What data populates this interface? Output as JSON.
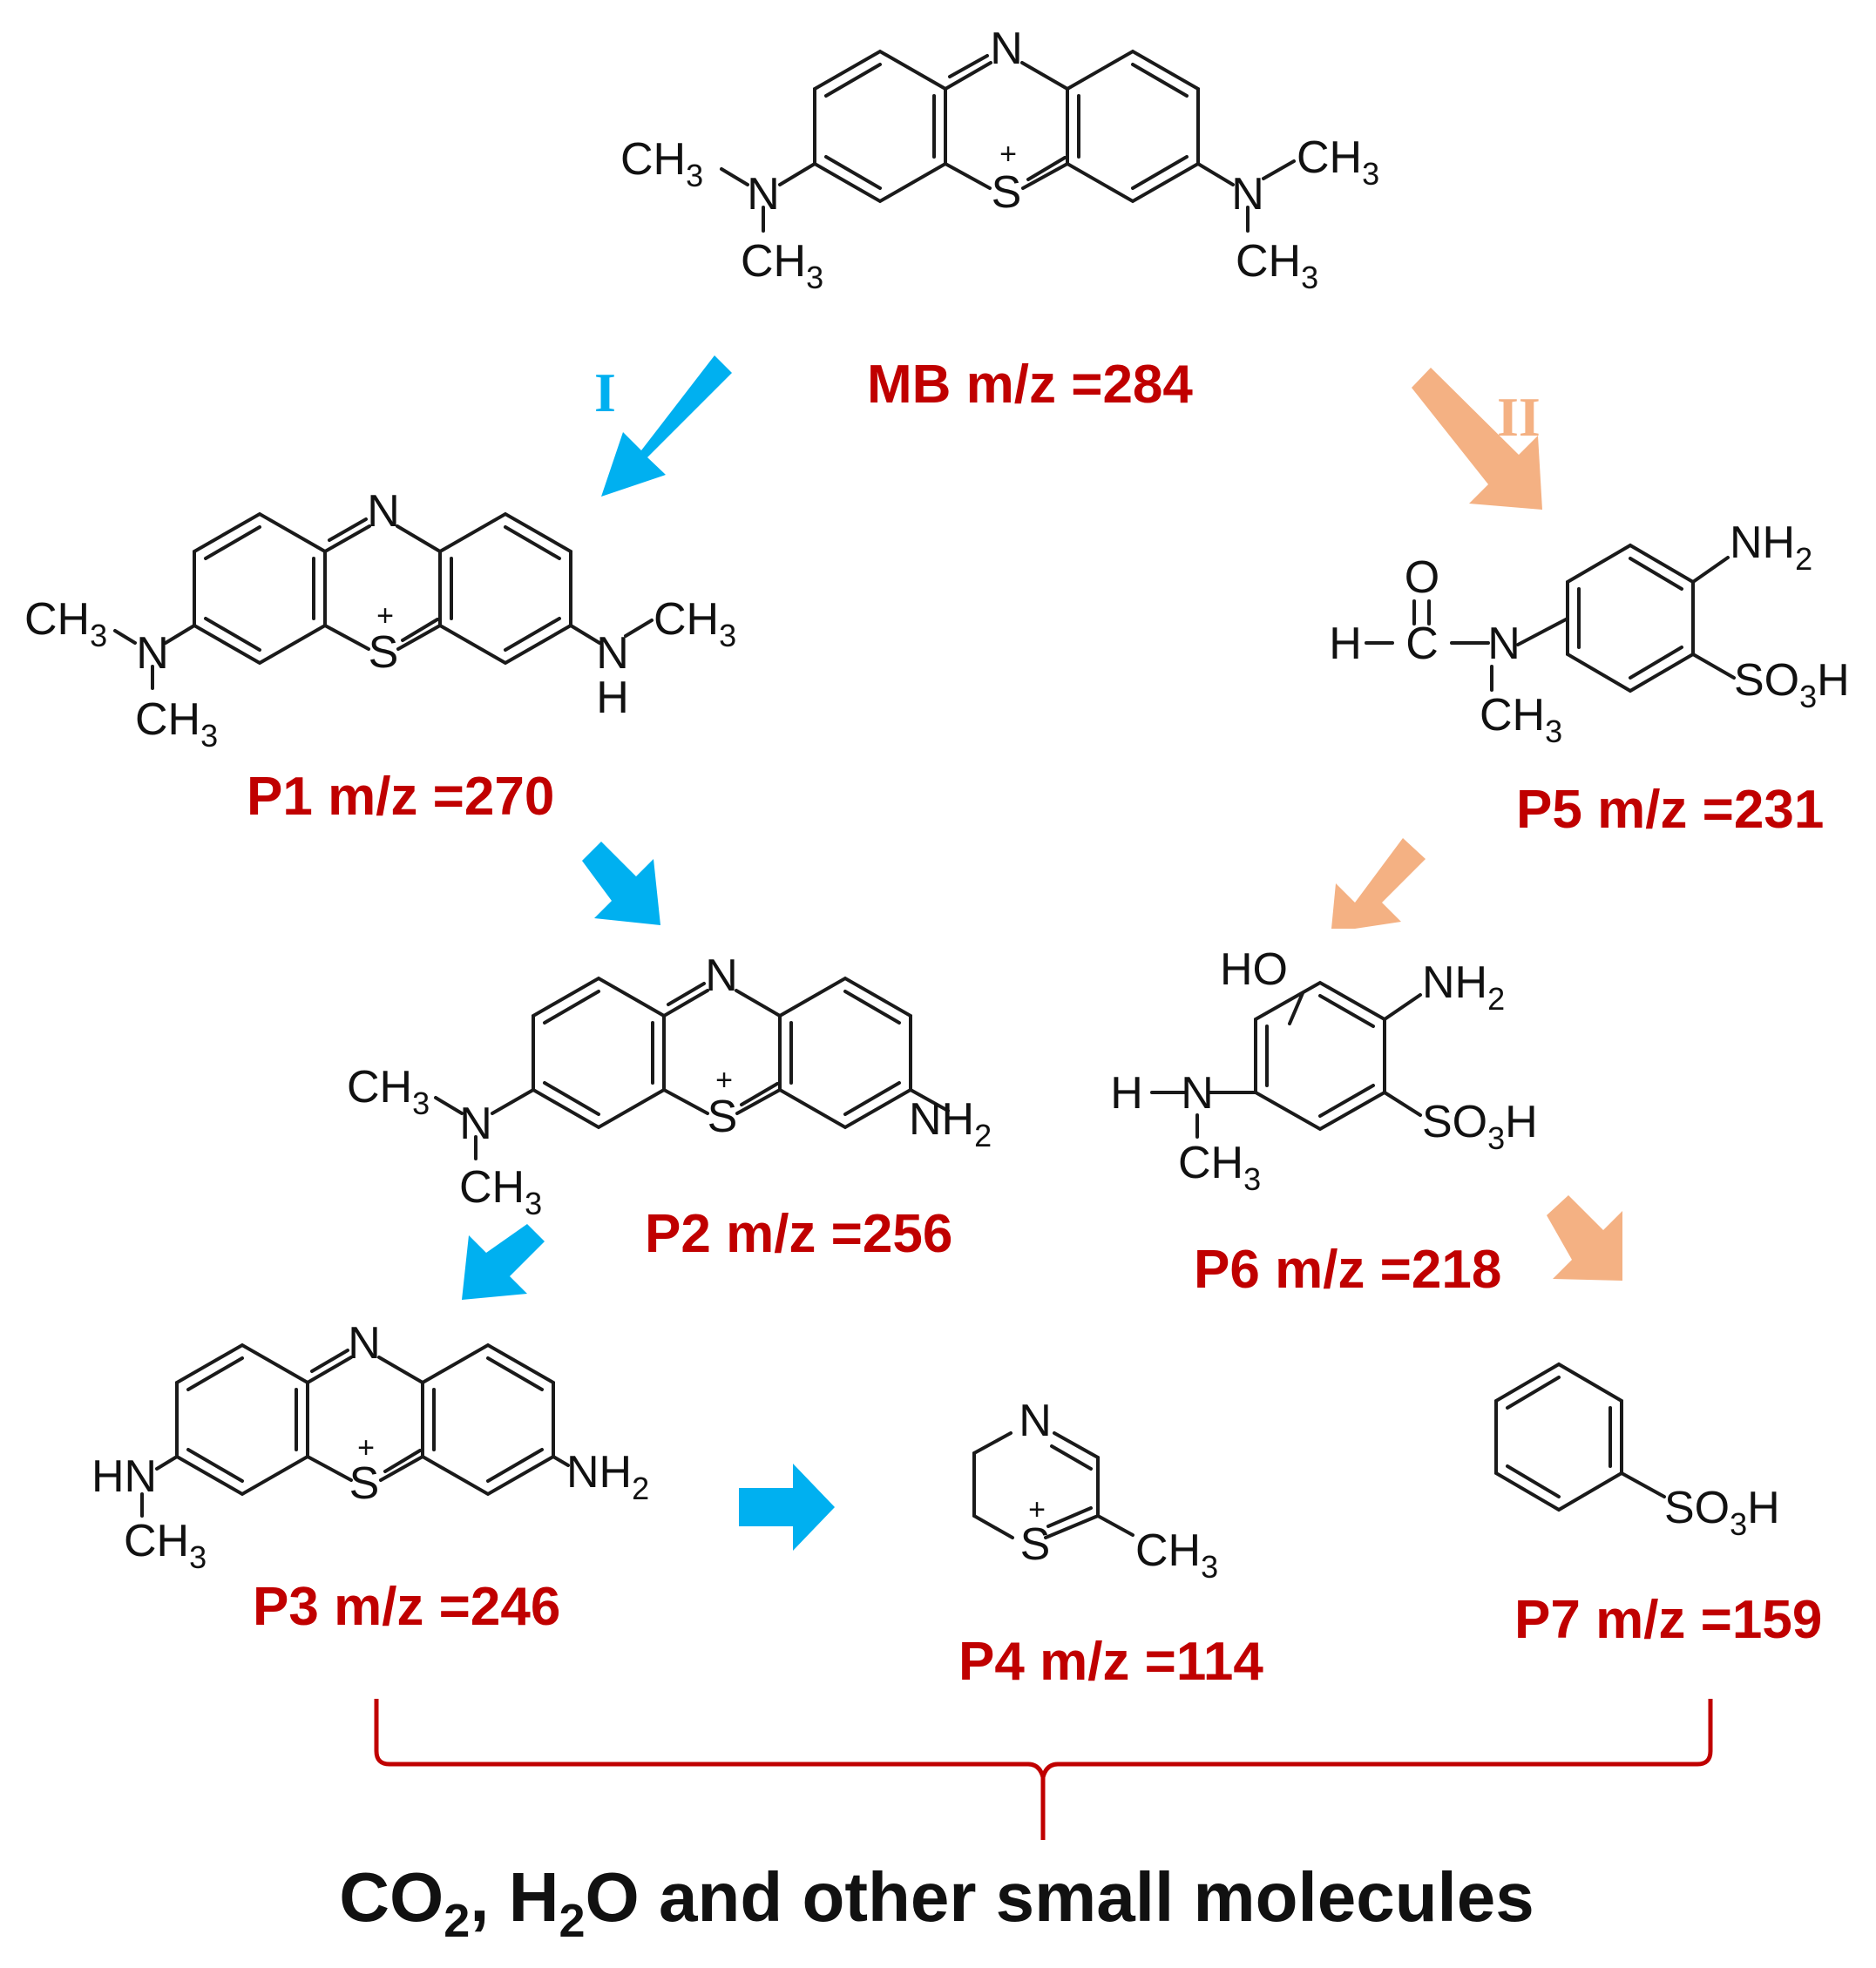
{
  "colors": {
    "pathway_1": "#00b0f0",
    "pathway_2": "#f4b183",
    "product_label": "#c00000",
    "bracket": "#c00000",
    "structure": "#1a1a1a"
  },
  "pathways": [
    {
      "label": "I",
      "color": "#00b0f0"
    },
    {
      "label": "II",
      "color": "#f4b183"
    }
  ],
  "compounds": {
    "mb": {
      "name": "MB",
      "mz_text": "m/z =",
      "mz": "284",
      "atoms": {
        "n_ring": "N",
        "s_ring": "S",
        "charge": "+",
        "n_left": "N",
        "n_right": "N",
        "ch3_left_a": "CH",
        "ch3_left_b": "CH",
        "ch3_right_a": "CH",
        "ch3_right_b": "CH",
        "sub3": "3"
      }
    },
    "p1": {
      "name": "P1",
      "mz_text": "m/z =",
      "mz": "270",
      "atoms": {
        "n_ring": "N",
        "s_ring": "S",
        "charge": "+",
        "n_left": "N",
        "n_right": "N",
        "h_right": "H",
        "ch3_left_a": "CH",
        "ch3_left_b": "CH",
        "ch3_right": "CH",
        "sub3": "3"
      }
    },
    "p2": {
      "name": "P2",
      "mz_text": "m/z =",
      "mz": "256",
      "atoms": {
        "n_ring": "N",
        "s_ring": "S",
        "charge": "+",
        "n_left": "N",
        "ch3_left_a": "CH",
        "ch3_left_b": "CH",
        "nh2": "NH",
        "sub2": "2",
        "sub3": "3"
      }
    },
    "p3": {
      "name": "P3",
      "mz_text": "m/z =",
      "mz": "246",
      "atoms": {
        "n_ring": "N",
        "s_ring": "S",
        "charge": "+",
        "hn": "HN",
        "ch3": "CH",
        "nh2": "NH",
        "sub2": "2",
        "sub3": "3"
      }
    },
    "p4": {
      "name": "P4",
      "mz_text": "m/z =",
      "mz": "114",
      "atoms": {
        "n": "N",
        "s": "S",
        "charge": "+",
        "ch3": "CH",
        "sub3": "3"
      }
    },
    "p5": {
      "name": "P5",
      "mz_text": "m/z =",
      "mz": "231",
      "atoms": {
        "o": "O",
        "h": "H",
        "c": "C",
        "n": "N",
        "ch3": "CH",
        "nh2": "NH",
        "so3h_a": "SO",
        "so3h_b": "H",
        "sub2": "2",
        "sub3": "3"
      }
    },
    "p6": {
      "name": "P6",
      "mz_text": "m/z =",
      "mz": "218",
      "atoms": {
        "ho": "HO",
        "h": "H",
        "n": "N",
        "ch3": "CH",
        "nh2": "NH",
        "so3h_a": "SO",
        "so3h_b": "H",
        "sub2": "2",
        "sub3": "3"
      }
    },
    "p7": {
      "name": "P7",
      "mz_text": "m/z =",
      "mz": "159",
      "atoms": {
        "so3h_a": "SO",
        "so3h_b": "H",
        "sub3": "3"
      }
    }
  },
  "final_products": {
    "co": "CO",
    "sub2": "2",
    "sep": ", H",
    "sub2b": "2",
    "rest": "O and other small molecules"
  }
}
